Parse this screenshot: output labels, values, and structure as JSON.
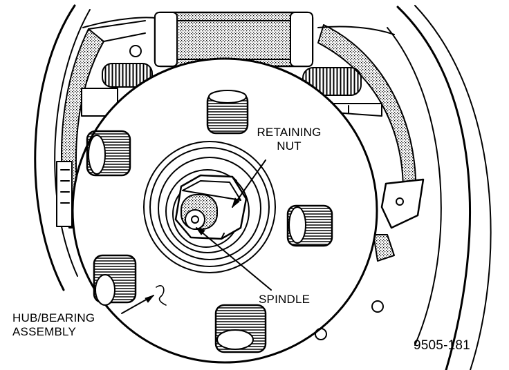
{
  "callouts": {
    "retaining_nut": [
      "RETAINING",
      "NUT"
    ],
    "spindle": "SPINDLE",
    "hub_bearing_assembly": [
      "HUB/BEARING",
      "ASSEMBLY"
    ]
  },
  "figure_id": "9505-181",
  "colors": {
    "ink": "#000000",
    "paper": "#ffffff"
  }
}
